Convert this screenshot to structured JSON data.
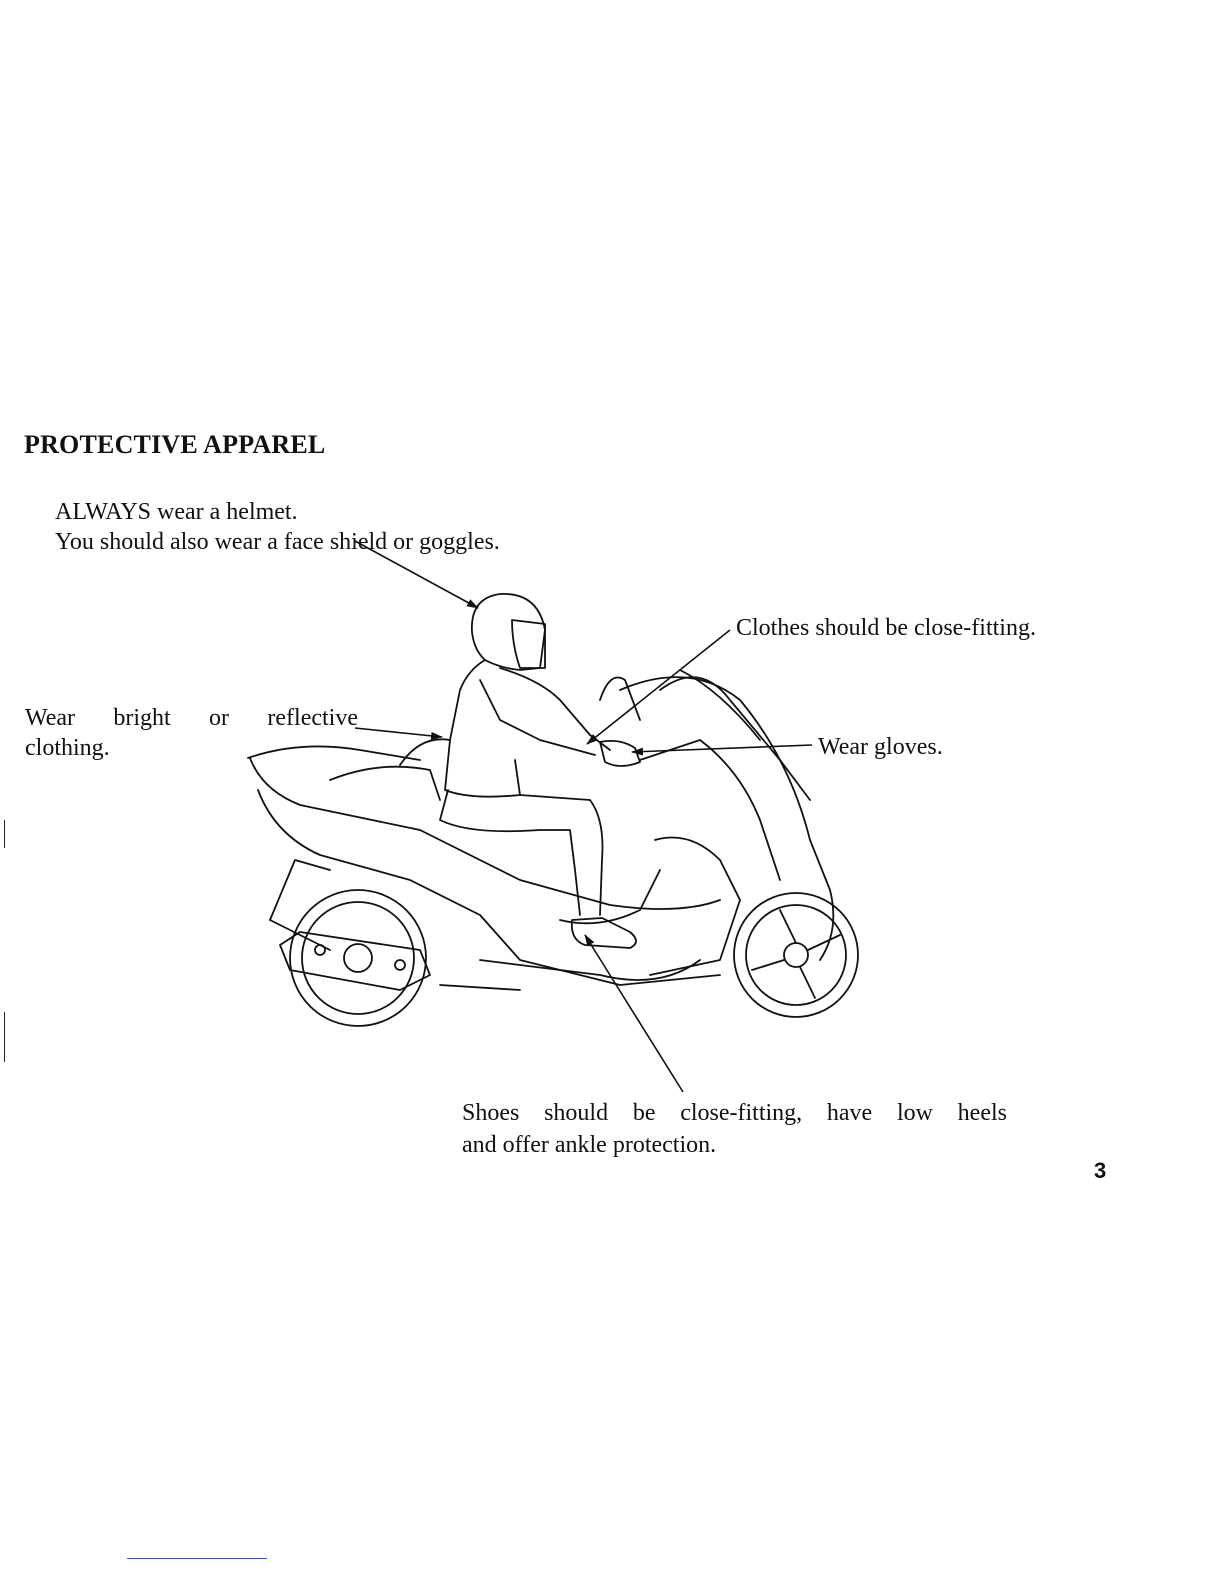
{
  "page": {
    "title": "PROTECTIVE APPAREL",
    "page_number": "3"
  },
  "callouts": {
    "helmet": {
      "line1": "ALWAYS wear a helmet.",
      "line2": "You should also wear a face shield or goggles."
    },
    "clothes": "Clothes should be close-fitting.",
    "reflective": {
      "line1": "Wear bright or reflective",
      "line2": "clothing."
    },
    "gloves": "Wear gloves.",
    "shoes": {
      "line1": "Shoes should be close-fitting, have low heels",
      "line2": "and offer ankle protection."
    }
  },
  "illustration": {
    "icon": "scooter-rider-illustration"
  }
}
